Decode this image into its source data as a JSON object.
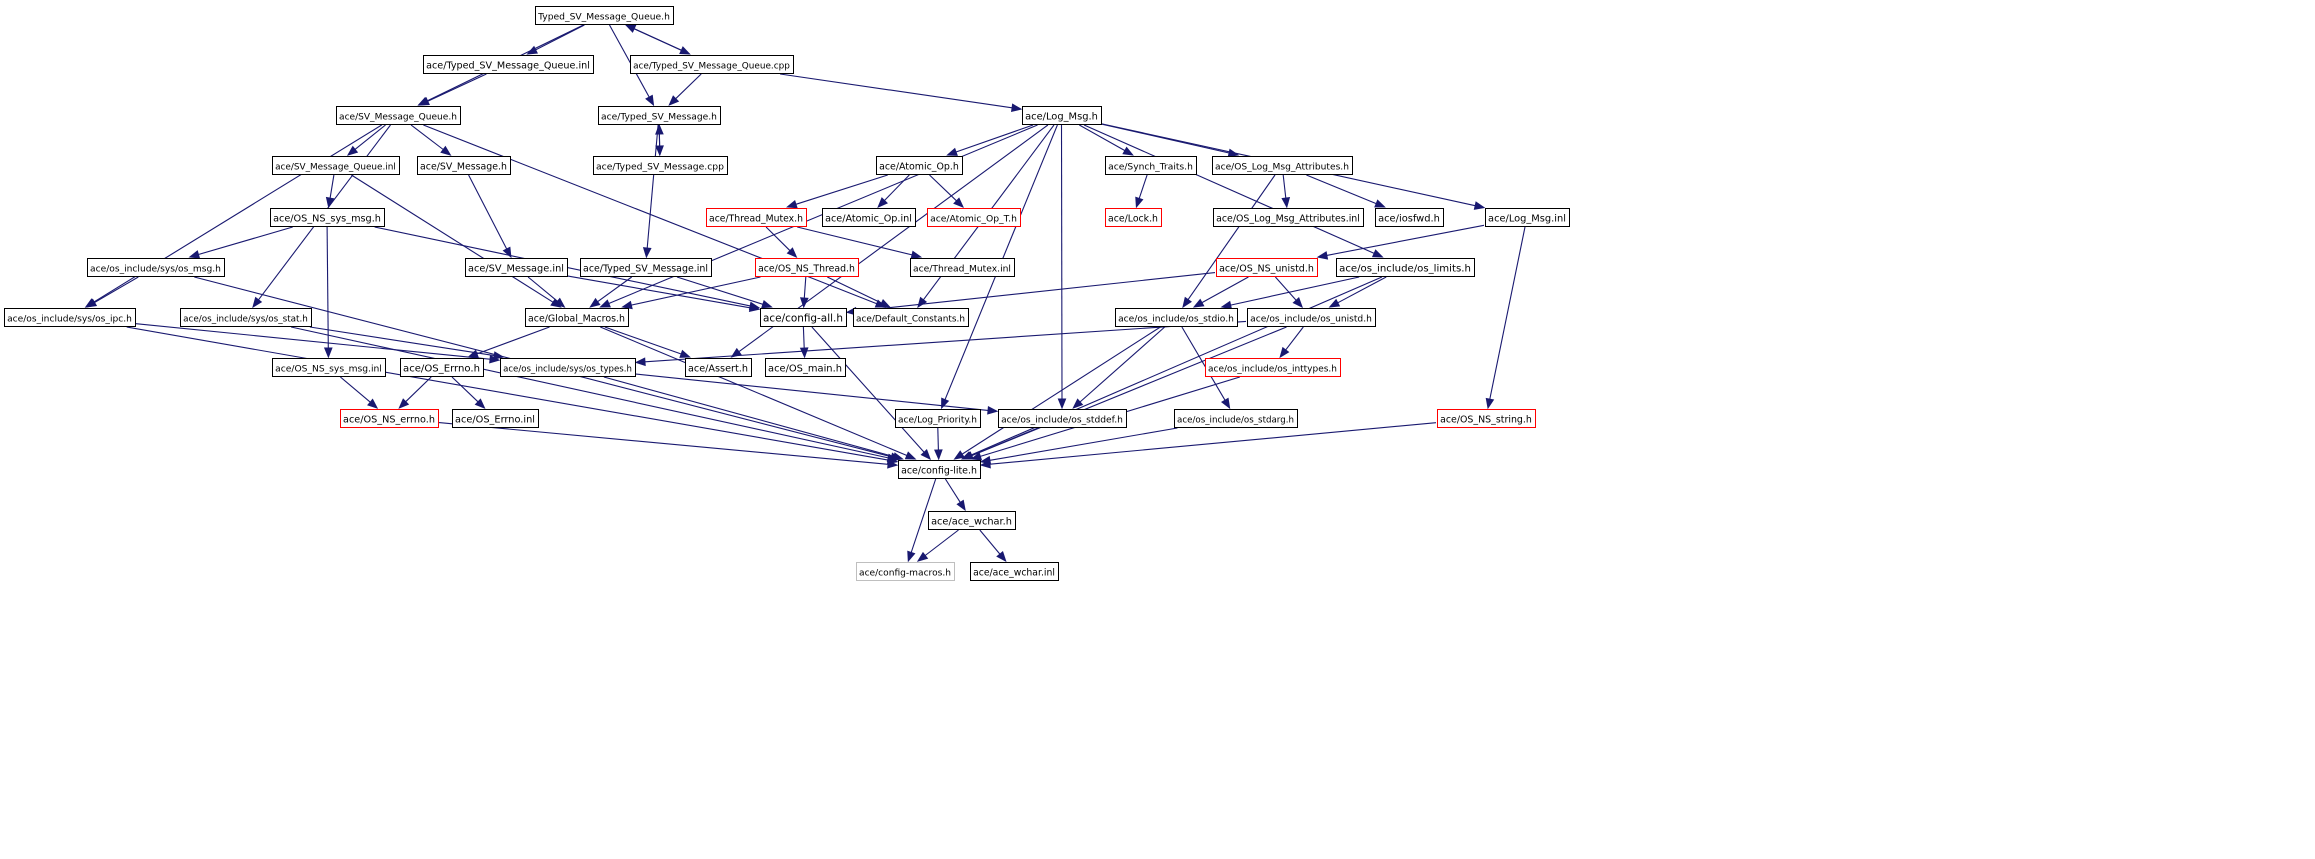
{
  "colors": {
    "edge": "#191970",
    "normal_border": "#000000",
    "truncated_border": "#ff0000",
    "external_border": "#bfbfbf",
    "root_fill": "#bfbfbf",
    "text": "#000000"
  },
  "nodes": [
    {
      "id": "typed_sv_message_queue_h",
      "label": "Typed_SV_Message_Queue.h",
      "style": "root"
    },
    {
      "id": "typed_sv_message_queue_inl",
      "label": "ace/Typed_SV_Message_Queue.inl",
      "style": "normal"
    },
    {
      "id": "typed_sv_message_queue_cpp",
      "label": "ace/Typed_SV_Message_Queue.cpp",
      "style": "normal"
    },
    {
      "id": "sv_message_queue_h",
      "label": "ace/SV_Message_Queue.h",
      "style": "normal"
    },
    {
      "id": "typed_sv_message_h",
      "label": "ace/Typed_SV_Message.h",
      "style": "normal"
    },
    {
      "id": "log_msg_h",
      "label": "ace/Log_Msg.h",
      "style": "normal"
    },
    {
      "id": "sv_message_queue_inl",
      "label": "ace/SV_Message_Queue.inl",
      "style": "normal"
    },
    {
      "id": "sv_message_h",
      "label": "ace/SV_Message.h",
      "style": "normal"
    },
    {
      "id": "typed_sv_message_cpp",
      "label": "ace/Typed_SV_Message.cpp",
      "style": "normal"
    },
    {
      "id": "atomic_op_h",
      "label": "ace/Atomic_Op.h",
      "style": "normal"
    },
    {
      "id": "synch_traits_h",
      "label": "ace/Synch_Traits.h",
      "style": "normal"
    },
    {
      "id": "os_log_msg_attributes_h",
      "label": "ace/OS_Log_Msg_Attributes.h",
      "style": "normal"
    },
    {
      "id": "os_ns_sys_msg_h",
      "label": "ace/OS_NS_sys_msg.h",
      "style": "normal"
    },
    {
      "id": "thread_mutex_h",
      "label": "ace/Thread_Mutex.h",
      "style": "truncated"
    },
    {
      "id": "atomic_op_inl",
      "label": "ace/Atomic_Op.inl",
      "style": "normal"
    },
    {
      "id": "atomic_op_t_h",
      "label": "ace/Atomic_Op_T.h",
      "style": "truncated"
    },
    {
      "id": "lock_h",
      "label": "ace/Lock.h",
      "style": "truncated"
    },
    {
      "id": "os_log_msg_attributes_inl",
      "label": "ace/OS_Log_Msg_Attributes.inl",
      "style": "normal"
    },
    {
      "id": "iosfwd_h",
      "label": "ace/iosfwd.h",
      "style": "normal"
    },
    {
      "id": "log_msg_inl",
      "label": "ace/Log_Msg.inl",
      "style": "normal"
    },
    {
      "id": "os_msg_h",
      "label": "ace/os_include/sys/os_msg.h",
      "style": "normal"
    },
    {
      "id": "sv_message_inl",
      "label": "ace/SV_Message.inl",
      "style": "normal"
    },
    {
      "id": "typed_sv_message_inl",
      "label": "ace/Typed_SV_Message.inl",
      "style": "normal"
    },
    {
      "id": "os_ns_thread_h",
      "label": "ace/OS_NS_Thread.h",
      "style": "truncated"
    },
    {
      "id": "thread_mutex_inl",
      "label": "ace/Thread_Mutex.inl",
      "style": "normal"
    },
    {
      "id": "os_ns_unistd_h",
      "label": "ace/OS_NS_unistd.h",
      "style": "truncated"
    },
    {
      "id": "os_limits_h",
      "label": "ace/os_include/os_limits.h",
      "style": "normal"
    },
    {
      "id": "os_ipc_h",
      "label": "ace/os_include/sys/os_ipc.h",
      "style": "normal"
    },
    {
      "id": "os_stat_h",
      "label": "ace/os_include/sys/os_stat.h",
      "style": "normal"
    },
    {
      "id": "global_macros_h",
      "label": "ace/Global_Macros.h",
      "style": "normal"
    },
    {
      "id": "config_all_h",
      "label": "ace/config-all.h",
      "style": "normal"
    },
    {
      "id": "default_constants_h",
      "label": "ace/Default_Constants.h",
      "style": "normal"
    },
    {
      "id": "os_stdio_h",
      "label": "ace/os_include/os_stdio.h",
      "style": "normal"
    },
    {
      "id": "os_unistd_h",
      "label": "ace/os_include/os_unistd.h",
      "style": "normal"
    },
    {
      "id": "os_ns_sys_msg_inl",
      "label": "ace/OS_NS_sys_msg.inl",
      "style": "normal"
    },
    {
      "id": "os_errno_h",
      "label": "ace/OS_Errno.h",
      "style": "normal"
    },
    {
      "id": "os_types_h",
      "label": "ace/os_include/sys/os_types.h",
      "style": "normal"
    },
    {
      "id": "assert_h",
      "label": "ace/Assert.h",
      "style": "normal"
    },
    {
      "id": "os_main_h",
      "label": "ace/OS_main.h",
      "style": "normal"
    },
    {
      "id": "os_inttypes_h",
      "label": "ace/os_include/os_inttypes.h",
      "style": "truncated"
    },
    {
      "id": "os_ns_errno_h",
      "label": "ace/OS_NS_errno.h",
      "style": "truncated"
    },
    {
      "id": "os_errno_inl",
      "label": "ace/OS_Errno.inl",
      "style": "normal"
    },
    {
      "id": "log_priority_h",
      "label": "ace/Log_Priority.h",
      "style": "normal"
    },
    {
      "id": "os_stddef_h",
      "label": "ace/os_include/os_stddef.h",
      "style": "normal"
    },
    {
      "id": "os_stdarg_h",
      "label": "ace/os_include/os_stdarg.h",
      "style": "normal"
    },
    {
      "id": "os_ns_string_h",
      "label": "ace/OS_NS_string.h",
      "style": "truncated"
    },
    {
      "id": "config_lite_h",
      "label": "ace/config-lite.h",
      "style": "normal"
    },
    {
      "id": "ace_wchar_h",
      "label": "ace/ace_wchar.h",
      "style": "normal"
    },
    {
      "id": "config_macros_h",
      "label": "ace/config-macros.h",
      "style": "external"
    },
    {
      "id": "ace_wchar_inl",
      "label": "ace/ace_wchar.inl",
      "style": "normal"
    }
  ],
  "edges": [
    [
      "typed_sv_message_queue_h",
      "typed_sv_message_queue_inl"
    ],
    [
      "typed_sv_message_queue_h",
      "typed_sv_message_queue_cpp"
    ],
    [
      "typed_sv_message_queue_h",
      "sv_message_queue_h"
    ],
    [
      "typed_sv_message_queue_h",
      "typed_sv_message_h"
    ],
    [
      "typed_sv_message_queue_cpp",
      "typed_sv_message_queue_h"
    ],
    [
      "typed_sv_message_queue_inl",
      "sv_message_queue_h"
    ],
    [
      "typed_sv_message_queue_cpp",
      "typed_sv_message_h"
    ],
    [
      "typed_sv_message_queue_cpp",
      "log_msg_h"
    ],
    [
      "sv_message_queue_h",
      "sv_message_queue_inl"
    ],
    [
      "sv_message_queue_h",
      "sv_message_h"
    ],
    [
      "sv_message_queue_h",
      "os_ipc_h"
    ],
    [
      "sv_message_queue_h",
      "os_stat_h"
    ],
    [
      "sv_message_queue_h",
      "default_constants_h"
    ],
    [
      "typed_sv_message_h",
      "typed_sv_message_cpp"
    ],
    [
      "typed_sv_message_cpp",
      "typed_sv_message_h"
    ],
    [
      "typed_sv_message_h",
      "typed_sv_message_inl"
    ],
    [
      "log_msg_h",
      "atomic_op_h"
    ],
    [
      "log_msg_h",
      "synch_traits_h"
    ],
    [
      "log_msg_h",
      "os_log_msg_attributes_h"
    ],
    [
      "log_msg_h",
      "log_msg_inl"
    ],
    [
      "log_msg_h",
      "os_limits_h"
    ],
    [
      "log_msg_h",
      "global_macros_h"
    ],
    [
      "log_msg_h",
      "default_constants_h"
    ],
    [
      "log_msg_h",
      "assert_h"
    ],
    [
      "log_msg_h",
      "log_priority_h"
    ],
    [
      "log_msg_h",
      "os_stddef_h"
    ],
    [
      "sv_message_queue_inl",
      "os_ns_sys_msg_h"
    ],
    [
      "sv_message_queue_inl",
      "global_macros_h"
    ],
    [
      "sv_message_h",
      "sv_message_inl"
    ],
    [
      "atomic_op_h",
      "thread_mutex_h"
    ],
    [
      "atomic_op_h",
      "atomic_op_inl"
    ],
    [
      "atomic_op_h",
      "atomic_op_t_h"
    ],
    [
      "synch_traits_h",
      "lock_h"
    ],
    [
      "os_log_msg_attributes_h",
      "os_log_msg_attributes_inl"
    ],
    [
      "os_log_msg_attributes_h",
      "iosfwd_h"
    ],
    [
      "os_log_msg_attributes_h",
      "os_stdio_h"
    ],
    [
      "os_ns_sys_msg_h",
      "os_msg_h"
    ],
    [
      "os_ns_sys_msg_h",
      "os_ns_sys_msg_inl"
    ],
    [
      "os_ns_sys_msg_h",
      "config_all_h"
    ],
    [
      "thread_mutex_h",
      "os_ns_thread_h"
    ],
    [
      "thread_mutex_h",
      "thread_mutex_inl"
    ],
    [
      "log_msg_inl",
      "os_ns_unistd_h"
    ],
    [
      "log_msg_inl",
      "os_ns_string_h"
    ],
    [
      "os_msg_h",
      "os_ipc_h"
    ],
    [
      "os_msg_h",
      "config_lite_h"
    ],
    [
      "sv_message_inl",
      "global_macros_h"
    ],
    [
      "sv_message_inl",
      "config_all_h"
    ],
    [
      "typed_sv_message_inl",
      "global_macros_h"
    ],
    [
      "typed_sv_message_inl",
      "config_all_h"
    ],
    [
      "os_ns_thread_h",
      "global_macros_h"
    ],
    [
      "os_ns_thread_h",
      "config_all_h"
    ],
    [
      "os_ns_thread_h",
      "default_constants_h"
    ],
    [
      "os_ns_unistd_h",
      "config_all_h"
    ],
    [
      "os_ns_unistd_h",
      "os_stdio_h"
    ],
    [
      "os_ns_unistd_h",
      "os_unistd_h"
    ],
    [
      "os_limits_h",
      "os_stdio_h"
    ],
    [
      "os_limits_h",
      "os_unistd_h"
    ],
    [
      "os_limits_h",
      "config_lite_h"
    ],
    [
      "os_ipc_h",
      "os_types_h"
    ],
    [
      "os_ipc_h",
      "config_lite_h"
    ],
    [
      "os_stat_h",
      "os_types_h"
    ],
    [
      "os_stat_h",
      "config_lite_h"
    ],
    [
      "global_macros_h",
      "os_errno_h"
    ],
    [
      "global_macros_h",
      "assert_h"
    ],
    [
      "global_macros_h",
      "config_lite_h"
    ],
    [
      "config_all_h",
      "os_main_h"
    ],
    [
      "config_all_h",
      "config_lite_h"
    ],
    [
      "os_stdio_h",
      "os_stddef_h"
    ],
    [
      "os_stdio_h",
      "os_stdarg_h"
    ],
    [
      "os_stdio_h",
      "config_lite_h"
    ],
    [
      "os_unistd_h",
      "os_types_h"
    ],
    [
      "os_unistd_h",
      "os_inttypes_h"
    ],
    [
      "os_unistd_h",
      "config_lite_h"
    ],
    [
      "os_ns_sys_msg_inl",
      "os_ns_errno_h"
    ],
    [
      "os_errno_h",
      "os_ns_errno_h"
    ],
    [
      "os_errno_h",
      "os_errno_inl"
    ],
    [
      "os_types_h",
      "os_stddef_h"
    ],
    [
      "os_types_h",
      "config_lite_h"
    ],
    [
      "os_inttypes_h",
      "config_lite_h"
    ],
    [
      "os_ns_errno_h",
      "config_lite_h"
    ],
    [
      "log_priority_h",
      "config_lite_h"
    ],
    [
      "os_stddef_h",
      "config_lite_h"
    ],
    [
      "os_stdarg_h",
      "config_lite_h"
    ],
    [
      "os_ns_string_h",
      "config_lite_h"
    ],
    [
      "config_lite_h",
      "ace_wchar_h"
    ],
    [
      "config_lite_h",
      "config_macros_h"
    ],
    [
      "ace_wchar_h",
      "config_macros_h"
    ],
    [
      "ace_wchar_h",
      "ace_wchar_inl"
    ]
  ]
}
